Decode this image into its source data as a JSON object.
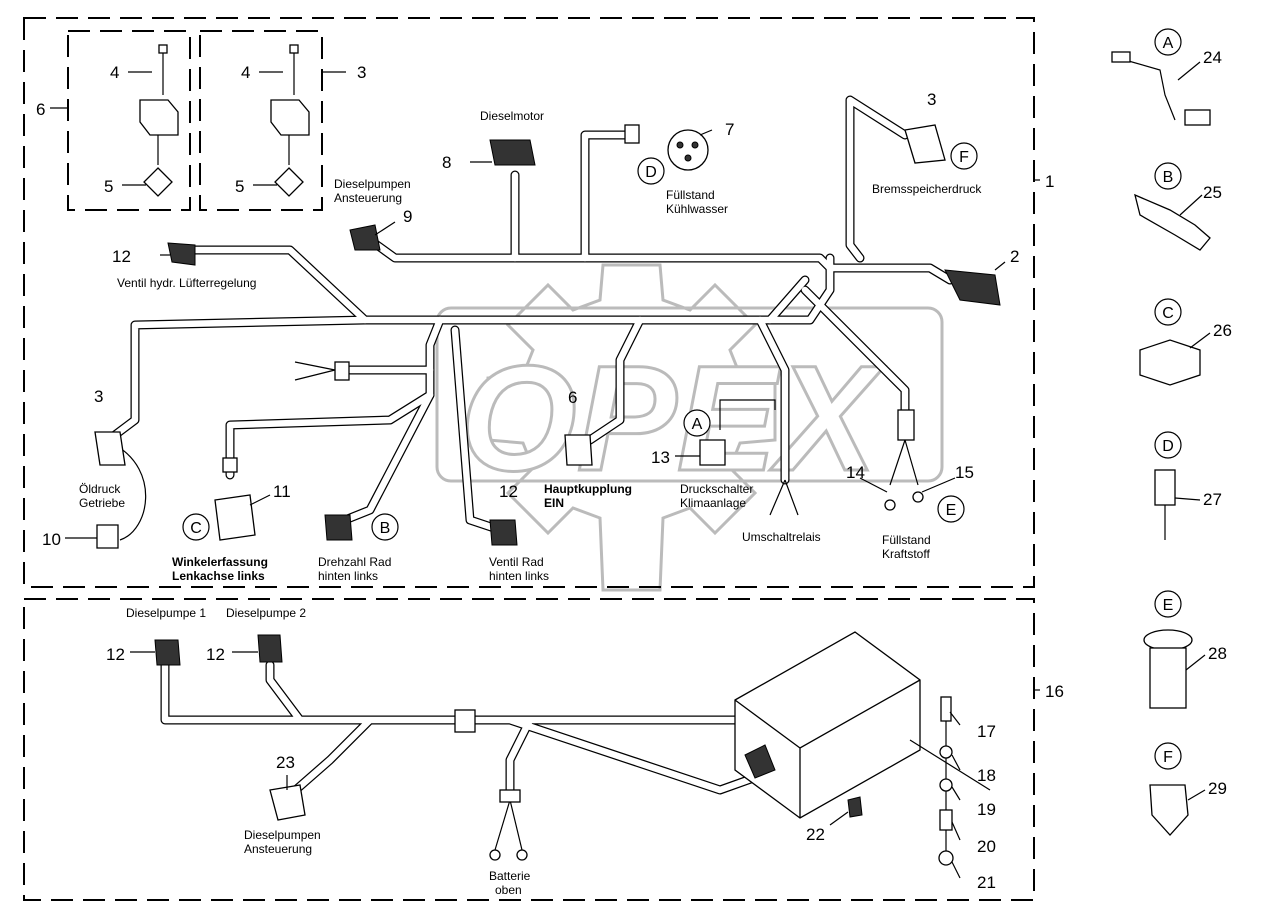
{
  "diagram": {
    "title": "Wiring harness parts diagram",
    "watermark": "OPEX",
    "colors": {
      "line": "#000000",
      "background": "#ffffff",
      "watermark": "#bbbbbb"
    },
    "upper_group": {
      "item": "1",
      "subgroups": [
        {
          "item": "6",
          "parts": [
            "4",
            "5"
          ]
        },
        {
          "item": "3",
          "parts": [
            "4",
            "5"
          ]
        }
      ],
      "labels": [
        {
          "id": "dieselmotor",
          "text": "Dieselmotor",
          "part": "8"
        },
        {
          "id": "dieselpumpen-ansteuerung-1",
          "text": "Dieselpumpen",
          "part": "9"
        },
        {
          "id": "dieselpumpen-ansteuerung-2",
          "text": "Ansteuerung",
          "part": "9"
        },
        {
          "id": "fuellstand-kuehlwasser-1",
          "text": "Füllstand",
          "part": "7"
        },
        {
          "id": "fuellstand-kuehlwasser-2",
          "text": "Kühlwasser",
          "part": "7"
        },
        {
          "id": "bremsspeicherdruck",
          "text": "Bremsspeicherdruck",
          "part": "3"
        },
        {
          "id": "ventil-luefter",
          "text": "Ventil hydr. Lüfterregelung",
          "part": "12"
        },
        {
          "id": "oeldruck-1",
          "text": "Öldruck",
          "part": "3"
        },
        {
          "id": "oeldruck-2",
          "text": "Getriebe",
          "part": "3"
        },
        {
          "id": "winkelerfassung-1",
          "text": "Winkelerfassung",
          "part": "11",
          "bold": true
        },
        {
          "id": "winkelerfassung-2",
          "text": "Lenkachse links",
          "part": "11",
          "bold": true
        },
        {
          "id": "drehzahl-1",
          "text": "Drehzahl Rad",
          "part": "B"
        },
        {
          "id": "drehzahl-2",
          "text": "hinten links",
          "part": "B"
        },
        {
          "id": "ventil-rad-1",
          "text": "Ventil Rad",
          "part": "12"
        },
        {
          "id": "ventil-rad-2",
          "text": "hinten links",
          "part": "12"
        },
        {
          "id": "hauptkupplung-1",
          "text": "Hauptkupplung",
          "part": "6",
          "bold": true
        },
        {
          "id": "hauptkupplung-2",
          "text": "EIN",
          "part": "6",
          "bold": true
        },
        {
          "id": "druckschalter-1",
          "text": "Druckschalter",
          "part": "13"
        },
        {
          "id": "druckschalter-2",
          "text": "Klimaanlage",
          "part": "13"
        },
        {
          "id": "umschaltrelais",
          "text": "Umschaltrelais",
          "part": ""
        },
        {
          "id": "fuellstand-kraftstoff-1",
          "text": "Füllstand",
          "part": "14"
        },
        {
          "id": "fuellstand-kraftstoff-2",
          "text": "Kraftstoff",
          "part": "14"
        }
      ],
      "callouts": [
        "1",
        "2",
        "3",
        "4",
        "5",
        "6",
        "7",
        "8",
        "9",
        "10",
        "11",
        "12",
        "13",
        "14",
        "15"
      ],
      "letter_refs": [
        "A",
        "B",
        "C",
        "D",
        "E",
        "F"
      ]
    },
    "lower_group": {
      "item": "16",
      "labels": [
        {
          "id": "dieselpumpe-1",
          "text": "Dieselpumpe 1",
          "part": "12"
        },
        {
          "id": "dieselpumpe-2",
          "text": "Dieselpumpe 2",
          "part": "12"
        },
        {
          "id": "dieselpumpen-ans-1",
          "text": "Dieselpumpen",
          "part": "23"
        },
        {
          "id": "dieselpumpen-ans-2",
          "text": "Ansteuerung",
          "part": "23"
        },
        {
          "id": "batterie-1",
          "text": "Batterie",
          "part": ""
        },
        {
          "id": "batterie-2",
          "text": "oben",
          "part": ""
        }
      ],
      "callouts": [
        "12",
        "12",
        "16",
        "17",
        "18",
        "19",
        "20",
        "21",
        "22",
        "23"
      ]
    },
    "detail_parts": [
      {
        "letter": "A",
        "item": "24"
      },
      {
        "letter": "B",
        "item": "25"
      },
      {
        "letter": "C",
        "item": "26"
      },
      {
        "letter": "D",
        "item": "27"
      },
      {
        "letter": "E",
        "item": "28"
      },
      {
        "letter": "F",
        "item": "29"
      }
    ],
    "text": {
      "n1": "1",
      "n2": "2",
      "n3": "3",
      "n4": "4",
      "n5": "5",
      "n6": "6",
      "n7": "7",
      "n8": "8",
      "n9": "9",
      "n10": "10",
      "n11": "11",
      "n12": "12",
      "n13": "13",
      "n14": "14",
      "n15": "15",
      "n16": "16",
      "n17": "17",
      "n18": "18",
      "n19": "19",
      "n20": "20",
      "n21": "21",
      "n22": "22",
      "n23": "23",
      "n24": "24",
      "n25": "25",
      "n26": "26",
      "n27": "27",
      "n28": "28",
      "n29": "29",
      "A": "A",
      "B": "B",
      "C": "C",
      "D": "D",
      "E": "E",
      "F": "F",
      "dieselmotor": "Dieselmotor",
      "dpa1": "Dieselpumpen",
      "dpa2": "Ansteuerung",
      "fk1": "Füllstand",
      "fk2": "Kühlwasser",
      "brems": "Bremsspeicherdruck",
      "luefter": "Ventil hydr. Lüfterregelung",
      "oel1": "Öldruck",
      "oel2": "Getriebe",
      "wink1": "Winkelerfassung",
      "wink2": "Lenkachse links",
      "dreh1": "Drehzahl Rad",
      "dreh2": "hinten links",
      "vr1": "Ventil Rad",
      "vr2": "hinten links",
      "hk1": "Hauptkupplung",
      "hk2": "EIN",
      "ds1": "Druckschalter",
      "ds2": "Klimaanlage",
      "umsch": "Umschaltrelais",
      "fks1": "Füllstand",
      "fks2": "Kraftstoff",
      "dp1": "Dieselpumpe 1",
      "dp2": "Dieselpumpe 2",
      "dpb1": "Dieselpumpen",
      "dpb2": "Ansteuerung",
      "bat1": "Batterie",
      "bat2": "oben",
      "wm": "OPEX"
    }
  }
}
